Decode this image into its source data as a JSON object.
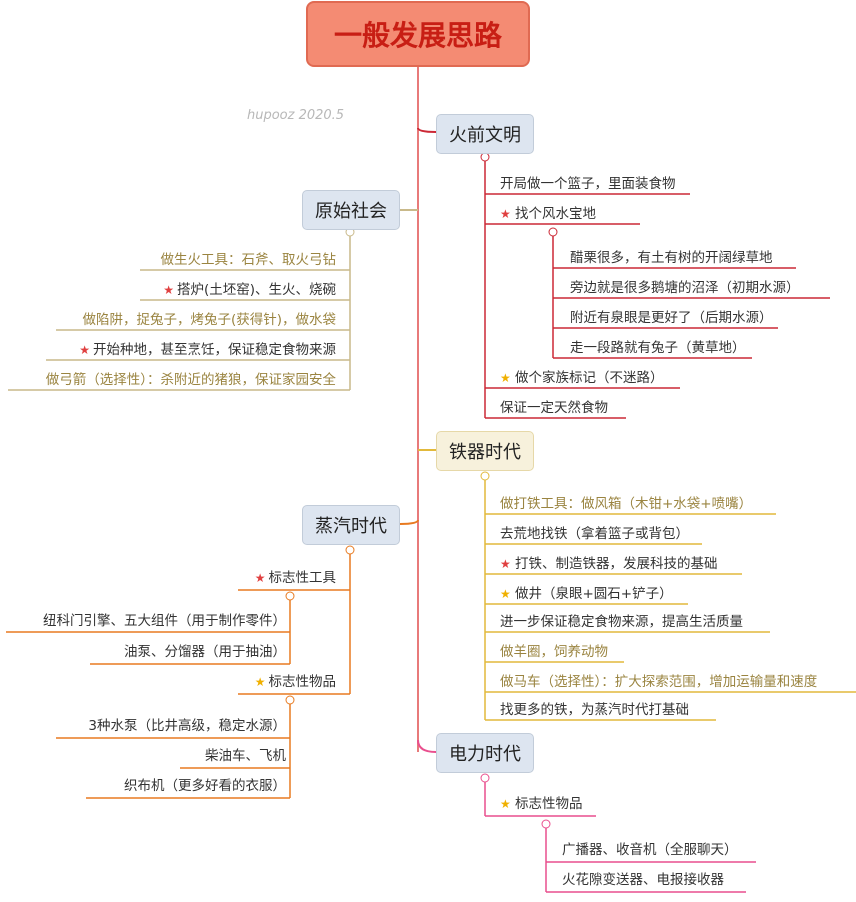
{
  "root": {
    "title": "一般发展思路"
  },
  "watermark": "hupooz 2020.5",
  "colors": {
    "root_fill": "#f48b73",
    "fire": "#cc2936",
    "primitive": "#c9b98a",
    "iron": "#e2b93b",
    "steam": "#e87a20",
    "electric": "#e94f8e",
    "star_red": "#e04040",
    "star_yellow": "#f0b000"
  },
  "fire": {
    "title": "火前文明",
    "items": [
      "开局做一个篮子，里面装食物",
      "找个风水宝地",
      "做个家族标记（不迷路）",
      "保证一定天然食物"
    ],
    "sub": [
      "醋栗很多，有土有树的开阔绿草地",
      "旁边就是很多鹅塘的沼泽（初期水源）",
      "附近有泉眼是更好了（后期水源）",
      "走一段路就有兔子（黄草地）"
    ]
  },
  "primitive": {
    "title": "原始社会",
    "items": [
      "做生火工具：石斧、取火弓钻",
      "搭炉(土坯窑)、生火、烧碗",
      "做陷阱，捉兔子，烤兔子(获得针)，做水袋",
      "开始种地，甚至烹饪，保证稳定食物来源",
      "做弓箭（选择性）：杀附近的猪狼，保证家园安全"
    ]
  },
  "iron": {
    "title": "铁器时代",
    "items": [
      "做打铁工具：做风箱（木钳+水袋+喷嘴）",
      "去荒地找铁（拿着篮子或背包）",
      "打铁、制造铁器，发展科技的基础",
      "做井（泉眼+圆石+铲子）",
      "进一步保证稳定食物来源，提高生活质量",
      "做羊圈，饲养动物",
      "做马车（选择性）：扩大探索范围，增加运输量和速度",
      "找更多的铁，为蒸汽时代打基础"
    ]
  },
  "steam": {
    "title": "蒸汽时代",
    "tools_label": "标志性工具",
    "tools": [
      "纽科门引擎、五大组件（用于制作零件）",
      "油泵、分馏器（用于抽油）"
    ],
    "goods_label": "标志性物品",
    "goods": [
      "3种水泵（比井高级，稳定水源）",
      "柴油车、飞机",
      "织布机（更多好看的衣服）"
    ]
  },
  "electric": {
    "title": "电力时代",
    "label": "标志性物品",
    "items": [
      "广播器、收音机（全服聊天）",
      "火花隙变送器、电报接收器"
    ]
  }
}
